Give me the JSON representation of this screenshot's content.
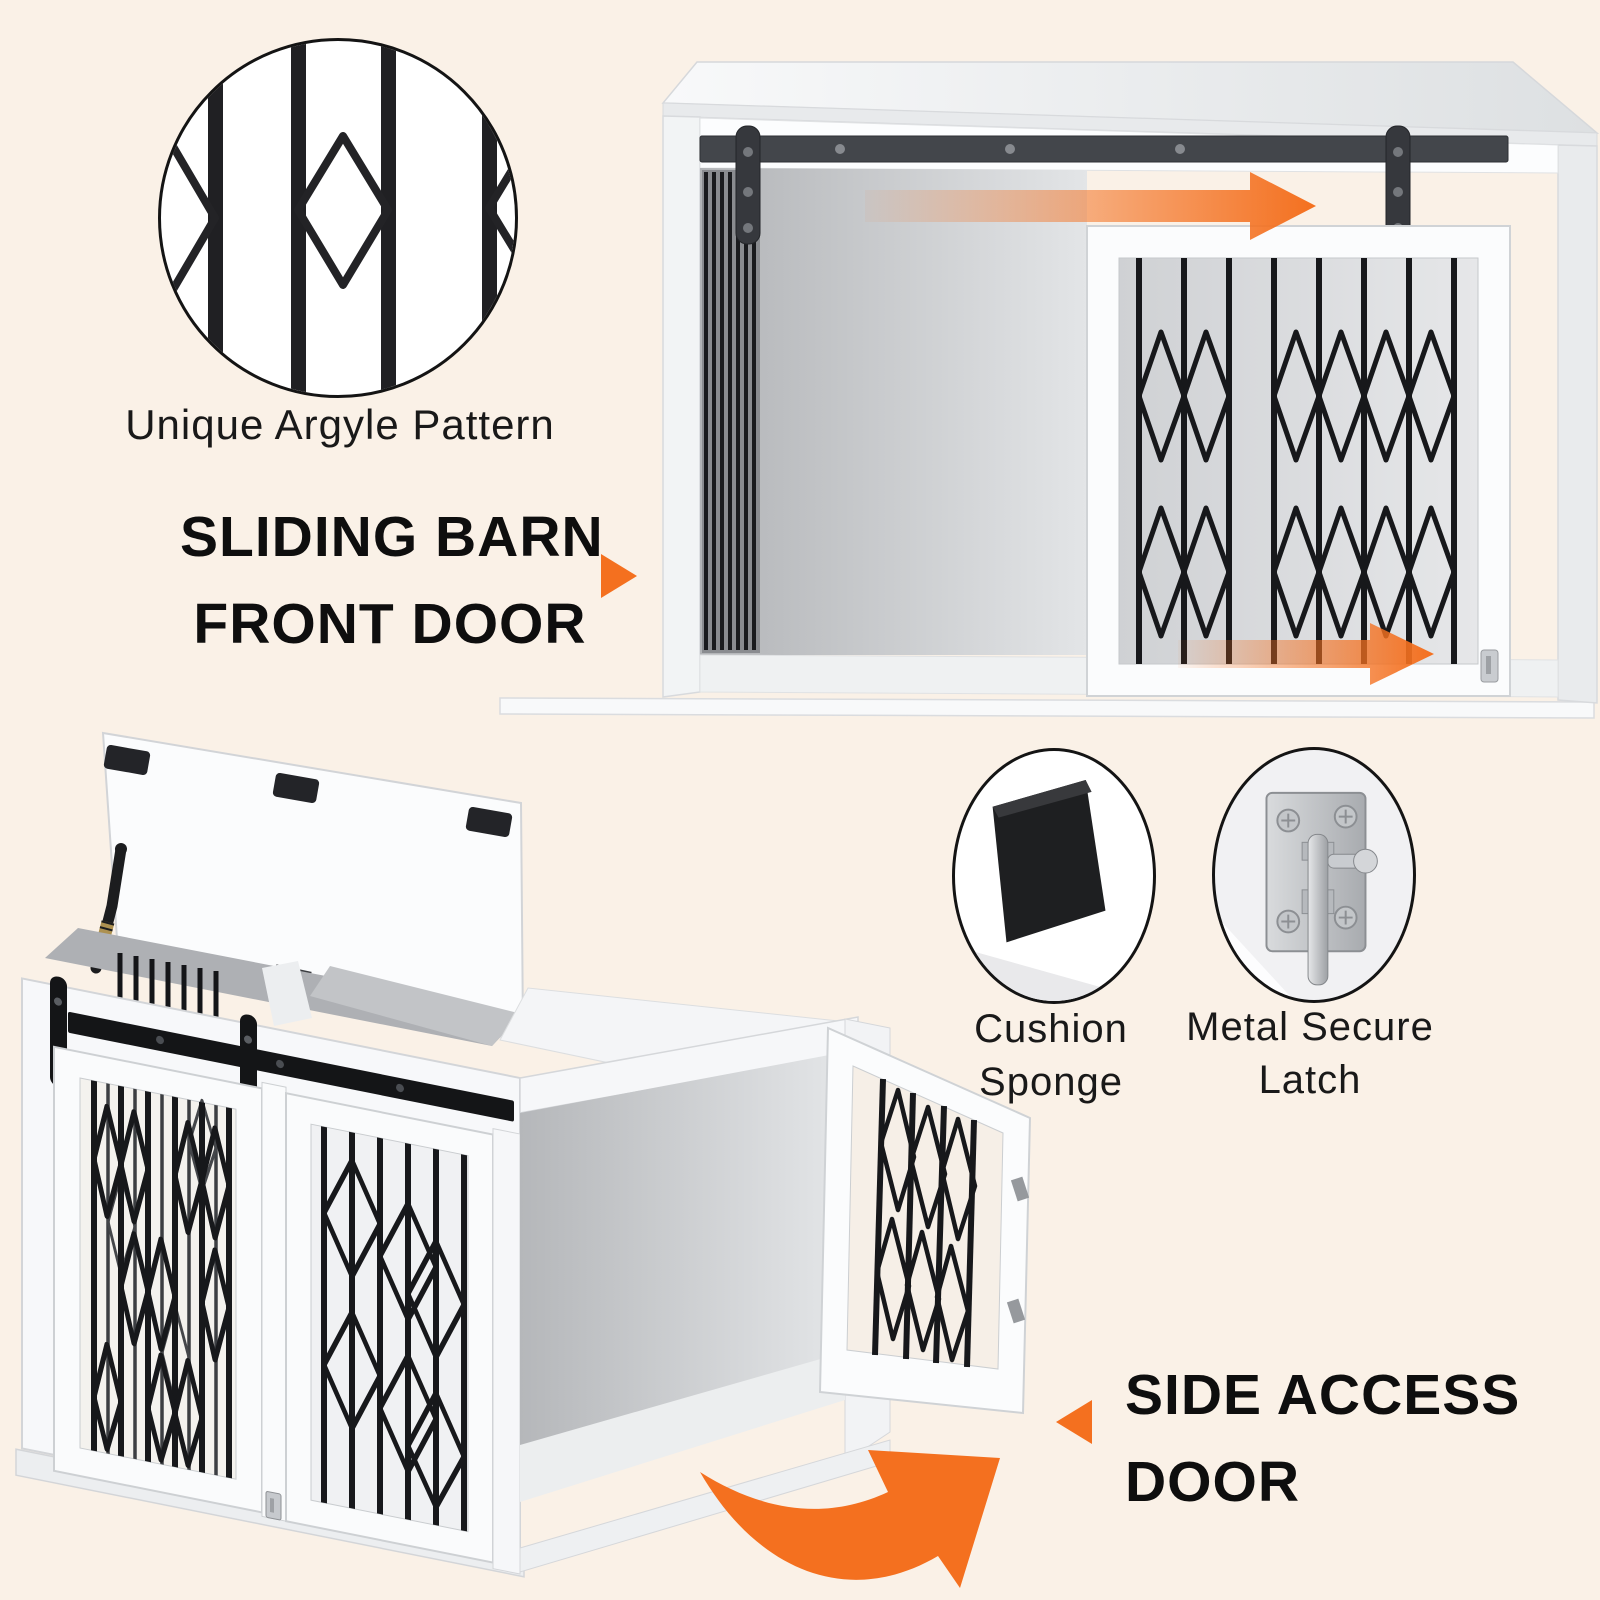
{
  "background": "#faf1e7",
  "palette": {
    "accent_orange": "#f4701f",
    "ink_black": "#141414",
    "rail_black": "#17181b",
    "hardware_gray": "#43464b",
    "crate_white": "#fbfcfd",
    "interior_gray": "#b7b9bc",
    "metal_silver": "#c9ccd0"
  },
  "callouts": {
    "argyle": {
      "caption": "Unique Argyle Pattern"
    },
    "cushion": {
      "line1": "Cushion",
      "line2": "Sponge"
    },
    "latch": {
      "line1": "Metal Secure",
      "line2": "Latch"
    }
  },
  "features": {
    "sliding_barn": {
      "line1": "SLIDING BARN",
      "line2": "FRONT DOOR"
    },
    "side_access": {
      "line1": "SIDE ACCESS",
      "line2": "DOOR"
    }
  }
}
